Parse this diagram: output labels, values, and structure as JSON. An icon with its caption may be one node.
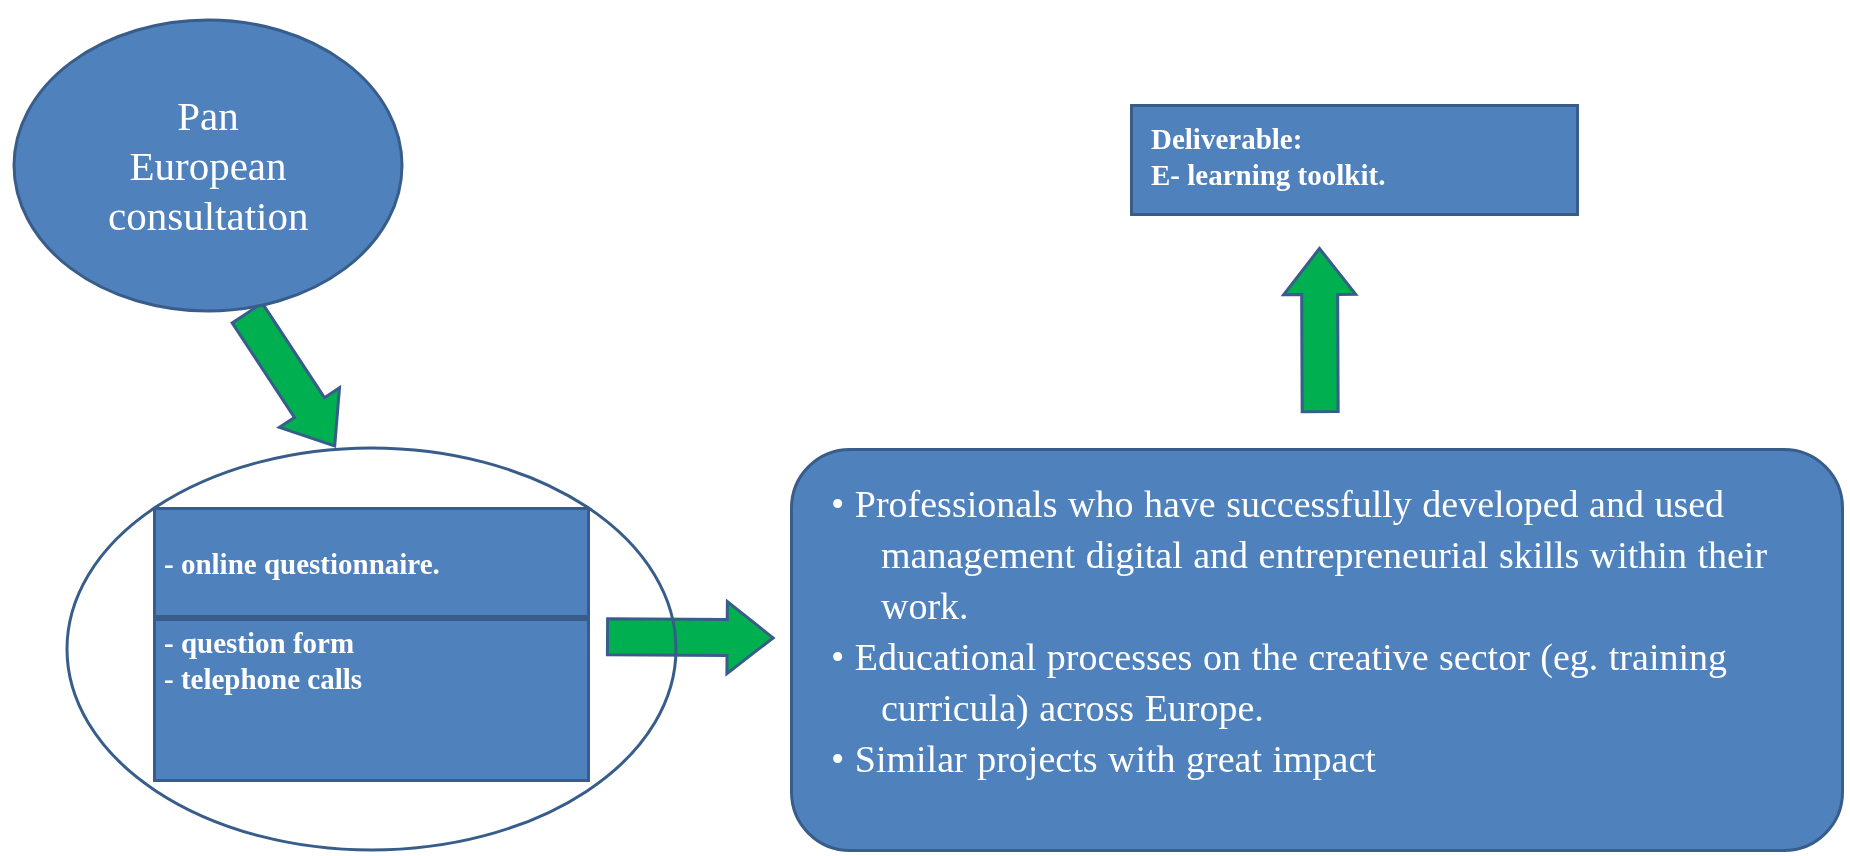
{
  "diagram": {
    "nodes": [
      {
        "text": [
          "Pan European consultation"
        ]
      },
      {
        "text": [],
        "shape": "ellipse"
      },
      {
        "text": [
          "- online questionnaire."
        ],
        "in": 1
      },
      {
        "text": [
          "- question form",
          "- telephone calls"
        ],
        "in": 1
      },
      {
        "text": [
          "• Professionals who have successfully developed and used management digital and entrepreneurial skills within their work.",
          "• Educational processes on the creative sector (eg. training curricula) across Europe.",
          "• Similar projects with great impact"
        ]
      },
      {
        "text": [
          "Deliverable:",
          "E- learning toolkit."
        ]
      }
    ],
    "edges": [
      {
        "from": 0,
        "to": 1,
        "arrow": "to"
      },
      {
        "from": 1,
        "to": 4,
        "arrow": "to"
      },
      {
        "from": 4,
        "to": 5,
        "arrow": "to"
      }
    ]
  }
}
